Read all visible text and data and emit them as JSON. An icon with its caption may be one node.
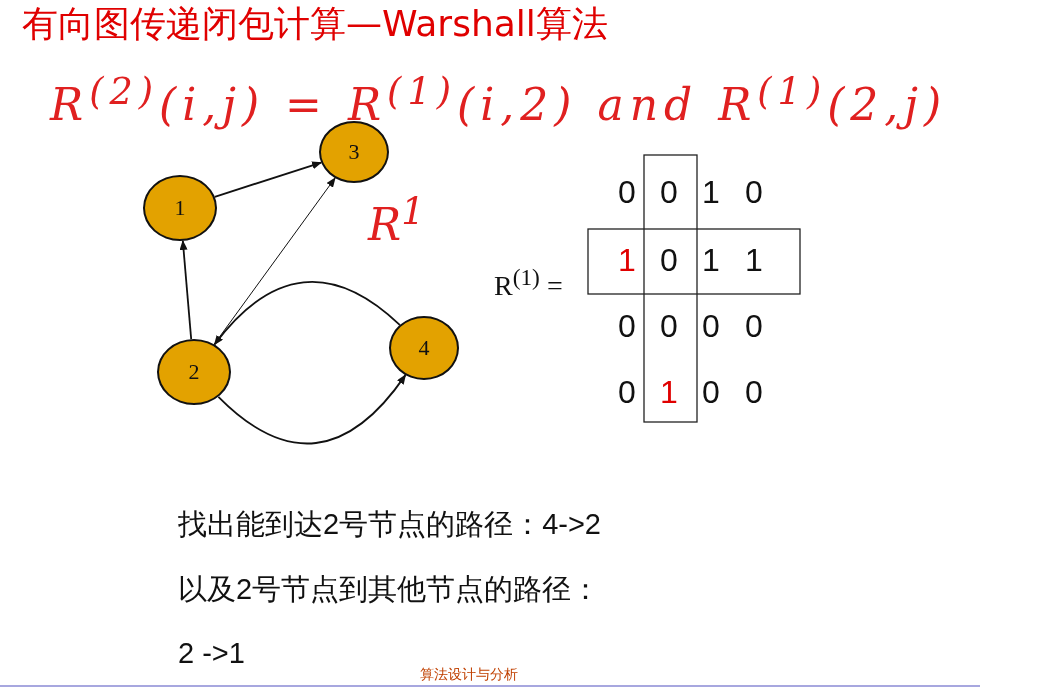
{
  "diagram": {
    "title": "有向图传递闭包计算—Warshall算法",
    "nodes": [
      {
        "text": [
          "1"
        ]
      },
      {
        "text": [
          "3"
        ]
      },
      {
        "text": [
          "2"
        ]
      },
      {
        "text": [
          "4"
        ]
      }
    ],
    "edges": [
      {
        "from": 0,
        "to": 1,
        "arrow": "to"
      },
      {
        "from": 2,
        "to": 0,
        "arrow": "to"
      },
      {
        "from": 2,
        "to": 1,
        "arrow": "to"
      },
      {
        "from": 3,
        "to": 2,
        "arrow": "to"
      },
      {
        "from": 2,
        "to": 3,
        "arrow": "to"
      }
    ],
    "labels": [
      "R$^{(2)}$(i,j) = R$^{(1)}$(i,2) and R$^{(1)}$(2,j)",
      "R$^{1}$",
      "R$^{(1)}$ =",
      "0",
      "0",
      "1",
      "0",
      "1",
      "0",
      "1",
      "1",
      "0",
      "0",
      "0",
      "0",
      "0",
      "1",
      "0",
      "0",
      "找出能到达2号节点的路径：4->2",
      "以及2号节点到其他节点的路径：",
      "2 ->1",
      "算法设计与分析"
    ]
  }
}
